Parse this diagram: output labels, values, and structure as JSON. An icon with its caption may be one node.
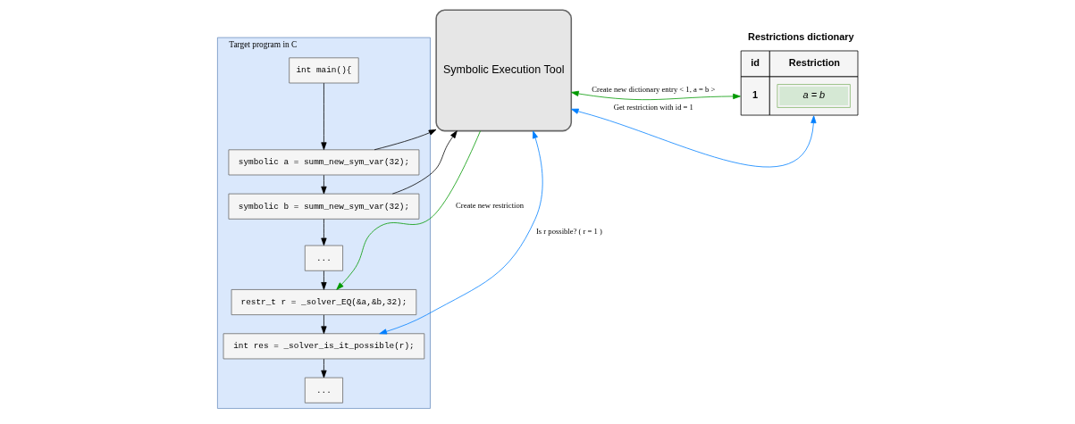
{
  "diagram": {
    "nodes": [
      {
        "text": [
          "Target program in C"
        ]
      },
      {
        "text": [
          "int main(){"
        ],
        "in": 0
      },
      {
        "text": [
          "symbolic a = summ_new_sym_var(32);"
        ],
        "in": 0
      },
      {
        "text": [
          "symbolic b = summ_new_sym_var(32);"
        ],
        "in": 0
      },
      {
        "text": [
          "..."
        ],
        "in": 0
      },
      {
        "text": [
          "restr_t r = _solver_EQ(&a,&b,32);"
        ],
        "in": 0
      },
      {
        "text": [
          "int res = _solver_is_it_possible(r);"
        ],
        "in": 0
      },
      {
        "text": [
          "..."
        ],
        "in": 0
      },
      {
        "text": [
          "Symbolic Execution Tool"
        ]
      },
      {
        "text": [
          "Restrictions dictionary",
          "id",
          "Restriction",
          "1",
          "a = b"
        ]
      }
    ],
    "edges": [
      {
        "from": 1,
        "to": 2,
        "arrow": "to"
      },
      {
        "from": 2,
        "to": 3,
        "arrow": "to"
      },
      {
        "from": 3,
        "to": 4,
        "arrow": "to"
      },
      {
        "from": 4,
        "to": 5,
        "arrow": "to"
      },
      {
        "from": 5,
        "to": 6,
        "arrow": "to"
      },
      {
        "from": 6,
        "to": 7,
        "arrow": "to"
      },
      {
        "from": 2,
        "to": 8,
        "arrow": "to"
      },
      {
        "from": 3,
        "to": 8,
        "arrow": "to"
      },
      {
        "from": 8,
        "to": 5,
        "arrow": "to",
        "label": "Create new restriction",
        "color": "#009900"
      },
      {
        "from": 8,
        "to": 6,
        "arrow": "both",
        "label": "Is r possible? ( r = 1 )",
        "color": "#007fff"
      },
      {
        "from": 8,
        "to": 9,
        "arrow": "both",
        "label": "Create new dictionary entry < 1, a = b >",
        "color": "#009900"
      },
      {
        "from": 8,
        "to": 9,
        "arrow": "both",
        "label": "Get restriction with id = 1",
        "color": "#007fff"
      }
    ]
  }
}
